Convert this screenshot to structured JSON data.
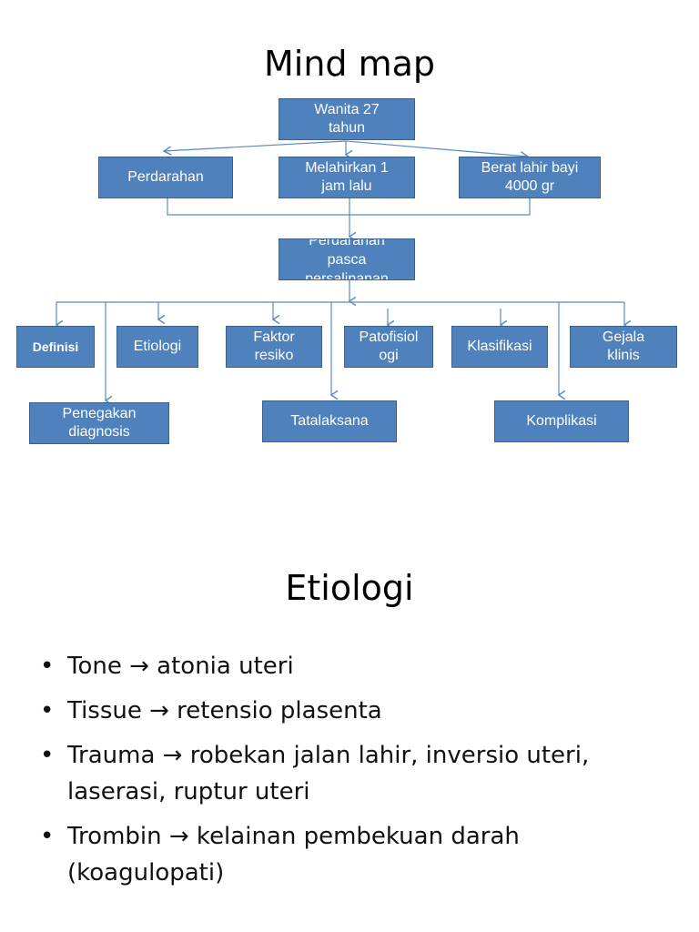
{
  "slides": {
    "mindmap_title": "Mind map",
    "etiologi_title": "Etiologi"
  },
  "nodes": {
    "root": [
      "Wanita 27",
      "tahun"
    ],
    "perdarahan": "Perdarahan",
    "melahirkan": [
      "Melahirkan 1",
      "jam lalu"
    ],
    "berat": [
      "Berat lahir bayi",
      "4000 gr"
    ],
    "pasca": [
      "Perdarahan",
      "pasca",
      "persalinanan"
    ],
    "definisi": "Definisi",
    "etiologi": "Etiologi",
    "faktor": [
      "Faktor",
      "resiko"
    ],
    "patofisiologi": [
      "Patofisiol",
      "ogi"
    ],
    "klasifikasi": "Klasifikasi",
    "gejala": [
      "Gejala",
      "klinis"
    ],
    "penegakan": [
      "Penegakan",
      "diagnosis"
    ],
    "tatalaksana": "Tatalaksana",
    "komplikasi": "Komplikasi"
  },
  "bullets": [
    {
      "text": "Tone → atonia uteri"
    },
    {
      "text": "Tissue → retensio plasenta"
    },
    {
      "text": "Trauma → robekan jalan lahir, inversio uteri, laserasi, ruptur uteri"
    },
    {
      "text": "Trombin → kelainan pembekuan darah (koagulopati)"
    }
  ],
  "colors": {
    "node_fill": "#4f81bd",
    "node_border": "#38618f",
    "connector": "#5b8ac4"
  }
}
